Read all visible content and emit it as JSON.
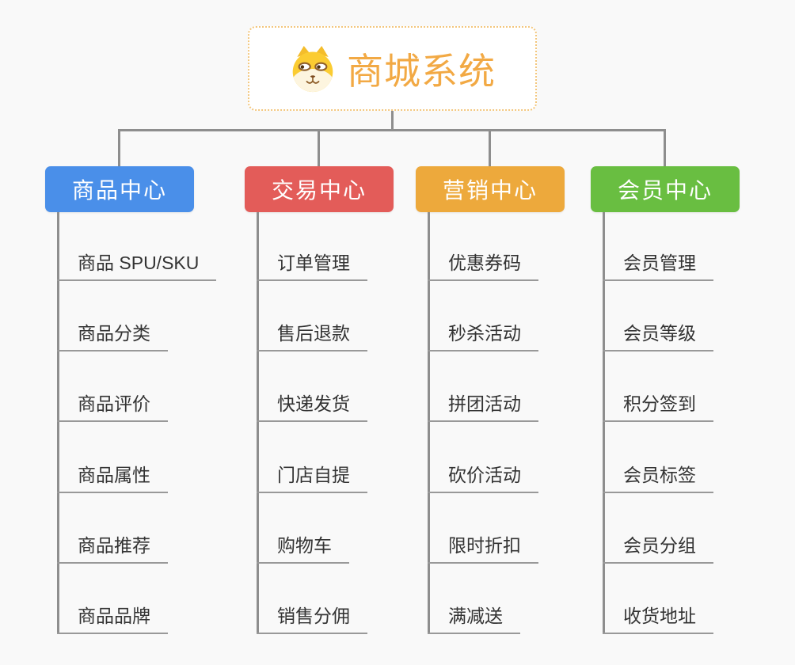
{
  "root": {
    "title": "商城系统",
    "icon": "shiba-dog-icon",
    "border_color": "#f3c77e",
    "title_color": "#f2a944",
    "background": "#ffffff"
  },
  "connector_color": "#8e8e8e",
  "canvas_background": "#f9f9f9",
  "item_text_color": "#333333",
  "branches": [
    {
      "label": "商品中心",
      "color": "#4a8fe9",
      "items": [
        "商品 SPU/SKU",
        "商品分类",
        "商品评价",
        "商品属性",
        "商品推荐",
        "商品品牌"
      ]
    },
    {
      "label": "交易中心",
      "color": "#e35c59",
      "items": [
        "订单管理",
        "售后退款",
        "快递发货",
        "门店自提",
        "购物车",
        "销售分佣"
      ]
    },
    {
      "label": "营销中心",
      "color": "#eda93c",
      "items": [
        "优惠券码",
        "秒杀活动",
        "拼团活动",
        "砍价活动",
        "限时折扣",
        "满减送"
      ]
    },
    {
      "label": "会员中心",
      "color": "#69be41",
      "items": [
        "会员管理",
        "会员等级",
        "积分签到",
        "会员标签",
        "会员分组",
        "收货地址"
      ]
    }
  ]
}
